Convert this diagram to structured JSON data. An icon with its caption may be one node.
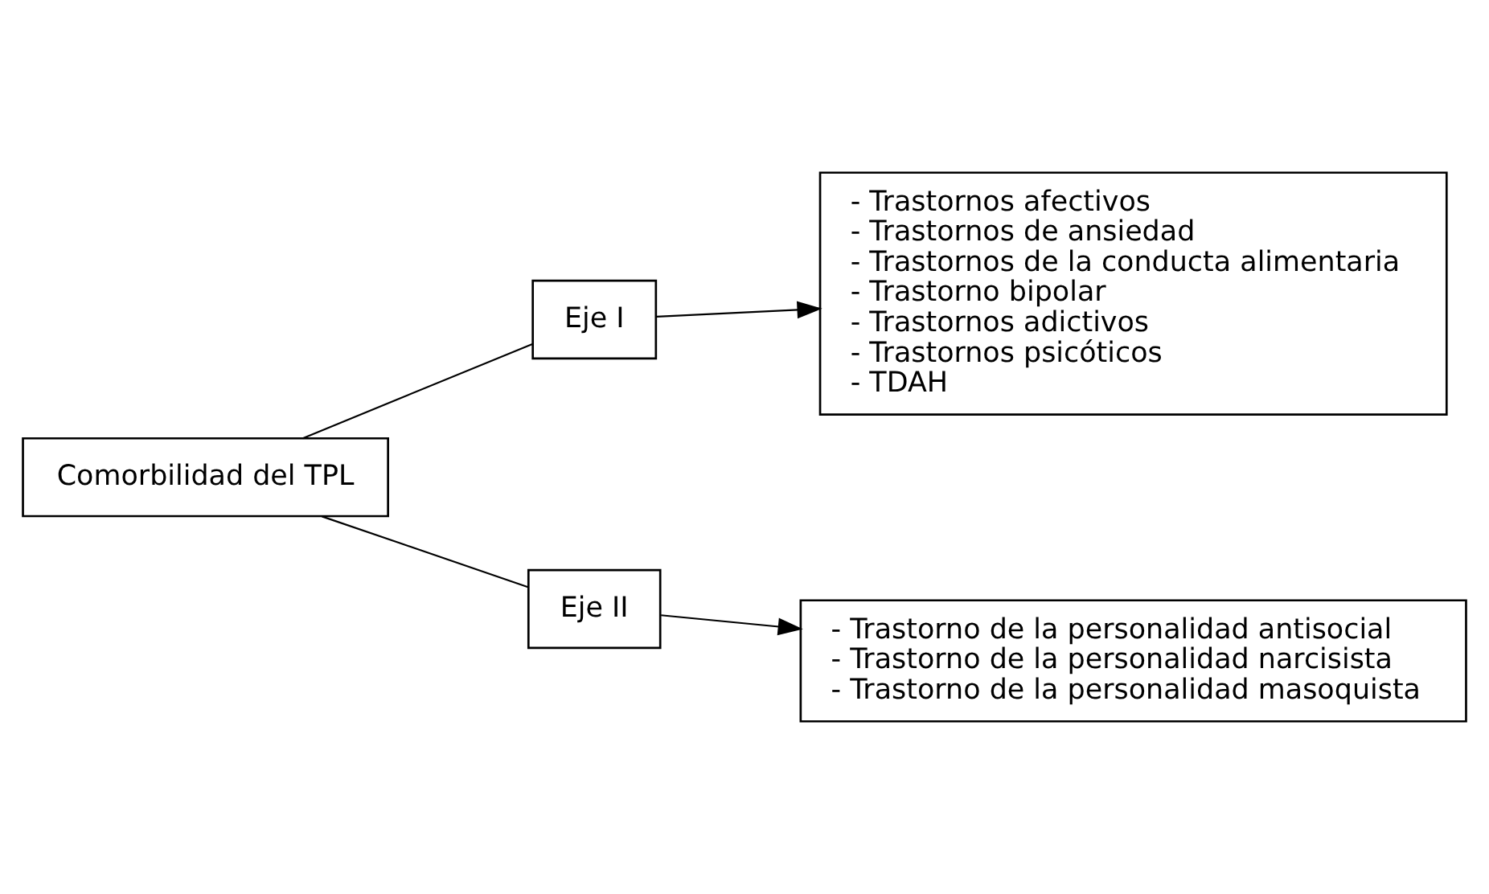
{
  "diagram": {
    "nodes": [
      {
        "text": [
          "Comorbilidad del TPL"
        ]
      },
      {
        "text": [
          "Eje I"
        ]
      },
      {
        "text": [
          "Eje II"
        ]
      },
      {
        "text": [
          "- Trastornos afectivos",
          "- Trastornos de ansiedad",
          "- Trastornos de la conducta alimentaria",
          "- Trastorno bipolar",
          "- Trastornos adictivos",
          "- Trastornos psicóticos",
          "- TDAH"
        ]
      },
      {
        "text": [
          "- Trastorno de la personalidad antisocial",
          "- Trastorno de la personalidad narcisista",
          "- Trastorno de la personalidad masoquista"
        ]
      }
    ],
    "edges": [
      {
        "from": 0,
        "to": 1,
        "arrow": "none"
      },
      {
        "from": 0,
        "to": 2,
        "arrow": "none"
      },
      {
        "from": 1,
        "to": 3,
        "arrow": "to"
      },
      {
        "from": 2,
        "to": 4,
        "arrow": "to"
      }
    ]
  }
}
